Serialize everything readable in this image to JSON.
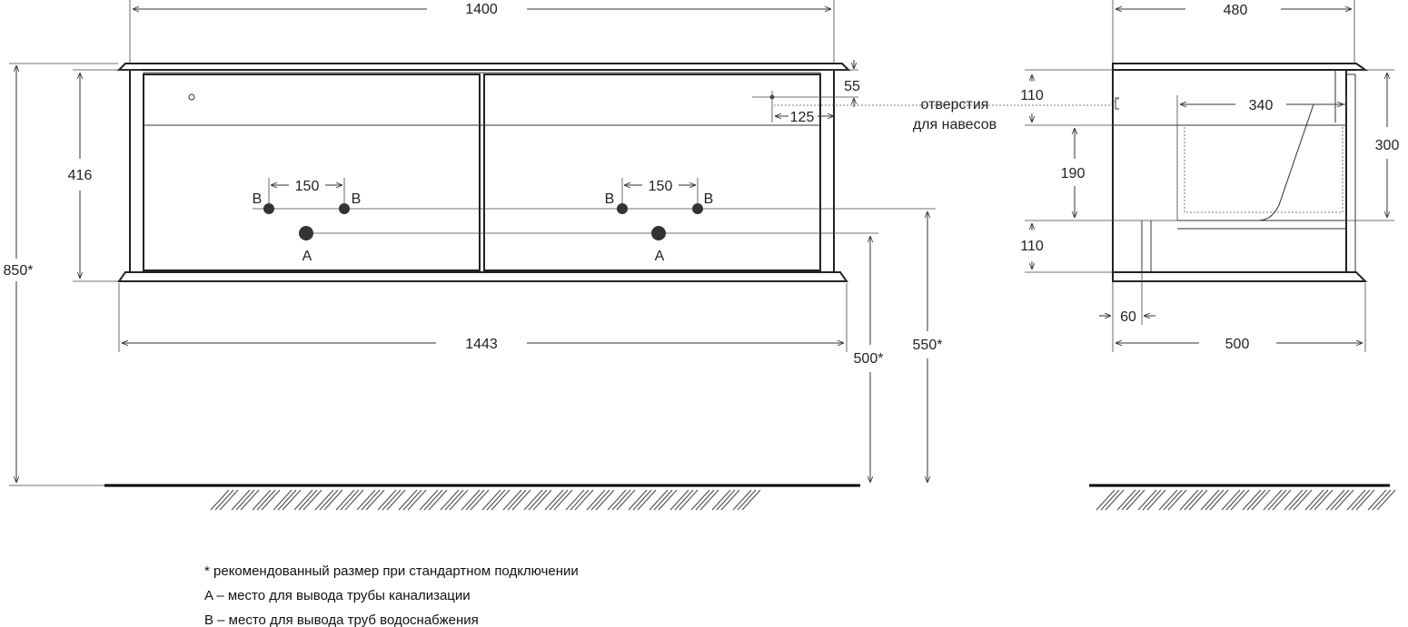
{
  "front_view": {
    "width_top": "1400",
    "width_bottom": "1443",
    "height_total": "850*",
    "height_body": "416",
    "hole_offset_v": "55",
    "hole_offset_h": "125",
    "spacing_left": "150",
    "spacing_right": "150",
    "height_a": "500*",
    "height_b": "550*",
    "label_a": "A",
    "label_b": "B"
  },
  "side_view": {
    "depth_top": "480",
    "depth_bottom": "500",
    "dim_110_top": "110",
    "dim_190": "190",
    "dim_110_bottom": "110",
    "dim_340": "340",
    "dim_300": "300",
    "dim_60": "60"
  },
  "callout": {
    "line1": "отверстия",
    "line2": "для навесов"
  },
  "notes": {
    "n1": "* рекомендованный размер при стандартном подключении",
    "n2": "A – место для вывода трубы канализации",
    "n3": "B – место для вывода труб водоснабжения"
  }
}
